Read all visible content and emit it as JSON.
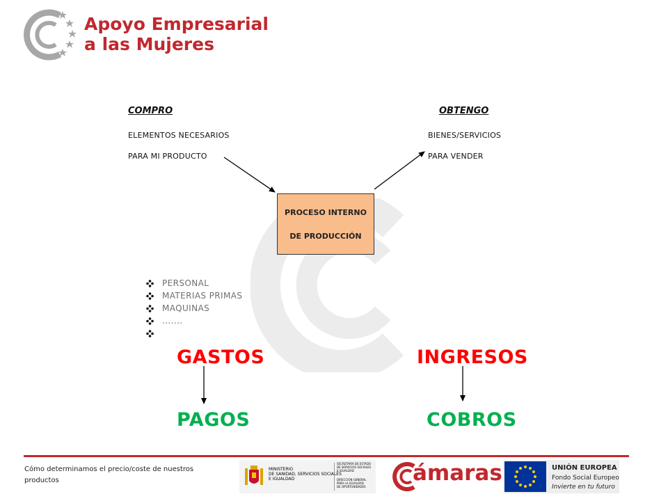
{
  "header": {
    "brand_line1": "Apoyo Empresarial",
    "brand_line2": "a las Mujeres",
    "brand_color": "#c0282d"
  },
  "diagram": {
    "compro": {
      "title": "COMPRO",
      "line1": "ELEMENTOS NECESARIOS",
      "line2": "PARA MI PRODUCTO"
    },
    "obtengo": {
      "title": "OBTENGO",
      "line1": "BIENES/SERVICIOS",
      "line2": "PARA VENDER"
    },
    "process": {
      "line1": "PROCESO INTERNO",
      "line2": "DE PRODUCCIÓN",
      "fill": "#f9bd8c"
    },
    "bullets": [
      "PERSONAL",
      "MATERIAS PRIMAS",
      "MAQUINAS",
      ".......",
      ""
    ],
    "gastos": "GASTOS",
    "ingresos": "INGRESOS",
    "pagos": "PAGOS",
    "cobros": "COBROS",
    "red_color": "#ff0000",
    "green_color": "#00b050"
  },
  "footer": {
    "text": "Cómo determinamos el precio/coste de nuestros productos",
    "ministerio_line1": "MINISTERIO",
    "ministerio_line2": "DE SANIDAD, SERVICIOS SOCIALES",
    "ministerio_line3": "E IGUALDAD",
    "secretaria_line1": "SECRETARÍA DE ESTADO",
    "secretaria_line2": "DE SERVICIOS SOCIALES",
    "secretaria_line3": "E IGUALDAD",
    "direccion_line1": "DIRECCIÓN GENERAL",
    "direccion_line2": "PARA LA IGUALDAD",
    "direccion_line3": "DE OPORTUNIDADES",
    "camaras": "ámaras",
    "eu_title": "UNIÓN EUROPEA",
    "eu_line2": "Fondo Social Europeo",
    "eu_line3": "Invierte en tu futuro"
  }
}
